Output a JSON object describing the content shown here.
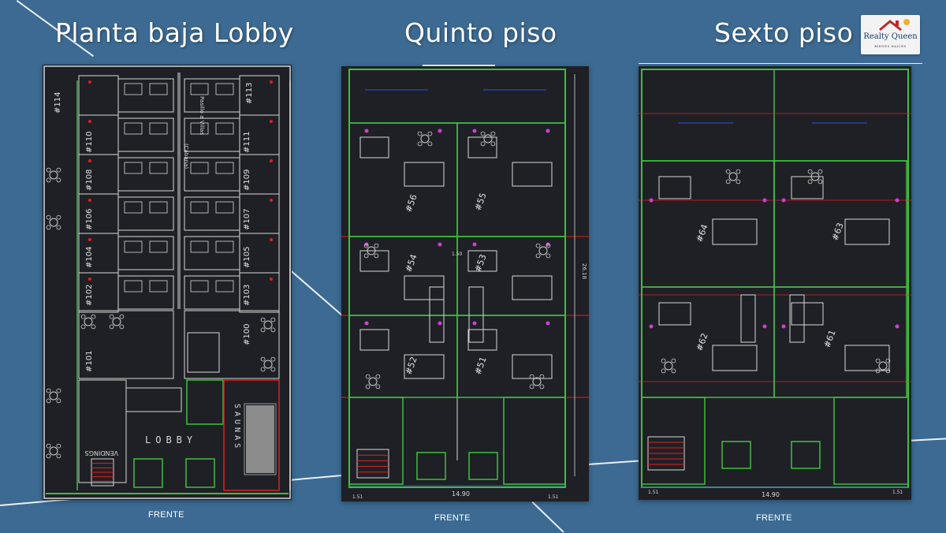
{
  "titles": {
    "ground": "Planta baja Lobby",
    "fifth": "Quinto piso",
    "sixth": "Sexto piso"
  },
  "logo": {
    "name": "Realty Queen",
    "subtitle": "BIENES RAICES",
    "icon": "house-roof-icon"
  },
  "footer_label": "FRENTE",
  "ground_floor": {
    "units": [
      "#113",
      "#114",
      "#110",
      "#111",
      "#108",
      "#109",
      "#106",
      "#107",
      "#104",
      "#105",
      "#102",
      "#103",
      "#100",
      "#101"
    ],
    "corridor": "Pasillo a Villas",
    "corridor_sub": "(Cabana)",
    "lobby": "LOBBY",
    "saunas": "SAUNAS",
    "vending": "VENDINGS"
  },
  "fifth_floor": {
    "units": [
      "#56",
      "#55",
      "#54",
      "#53",
      "#52",
      "#51"
    ],
    "dimensions": [
      "14.90",
      "1.51",
      "1.51",
      "1.50",
      "26.18"
    ]
  },
  "sixth_floor": {
    "units": [
      "#64",
      "#63",
      "#62",
      "#61"
    ],
    "dimensions": [
      "14.90",
      "1.51",
      "1.51"
    ]
  },
  "colors": {
    "background": "#3c6a92",
    "plan_bg": "#1e2025",
    "walls_green": "#3fbf3f",
    "lines_white": "#d8d8d8",
    "accent_red": "#e02020",
    "accent_magenta": "#d040d0",
    "accent_blue": "#3050e0"
  }
}
